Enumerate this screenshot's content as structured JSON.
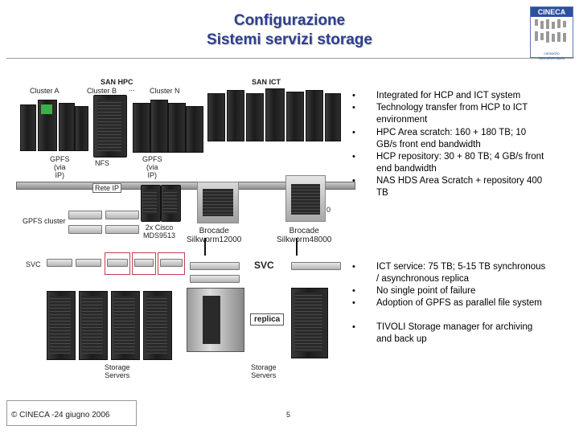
{
  "header": {
    "title_line1": "Configurazione",
    "title_line2": "Sistemi servizi storage",
    "logo_text": "CINECA",
    "logo_sub": "consorzio interuniversitario"
  },
  "diagram": {
    "san_hpc": "SAN HPC",
    "san_ict": "SAN ICT",
    "cluster_a": "Cluster A",
    "cluster_b": "Cluster B",
    "cluster_dots": "...",
    "cluster_n": "Cluster N",
    "gpfs_via_ip_left": "GPFS\n(via\nIP)",
    "nfs": "NFS",
    "gpfs_via_ip_right": "GPFS\n(via\nIP)",
    "rete_ip": "Rete IP",
    "gpfs_cluster": "GPFS cluster",
    "cisco": "2x Cisco\nMDS9513",
    "brocade_left": "Brocade\nSilkworm12000",
    "brocade_right": "Brocade\nSilkworm48000",
    "zero": "0",
    "svc_left": "SVC",
    "svc_right": "SVC",
    "replica": "replica",
    "storage_servers_left": "Storage\nServers",
    "storage_servers_right": "Storage\nServers"
  },
  "bullets_top": [
    "Integrated for HCP and ICT system",
    "Technology transfer from HCP to ICT environment",
    "HPC Area scratch: 160 + 180 TB; 10 GB/s front end bandwidth",
    "HCP repository: 30 + 80 TB; 4 GB/s front end bandwidth",
    "NAS HDS Area Scratch + repository 400 TB"
  ],
  "bullets_bottom": [
    "ICT service: 75 TB; 5-15 TB synchronous / asynchronous replica",
    "No single point of failure",
    "Adoption of GPFS as parallel file system",
    "TIVOLI Storage manager for archiving and back up"
  ],
  "footer": {
    "copyright": "© CINECA -24 giugno 2006",
    "page": "5"
  }
}
